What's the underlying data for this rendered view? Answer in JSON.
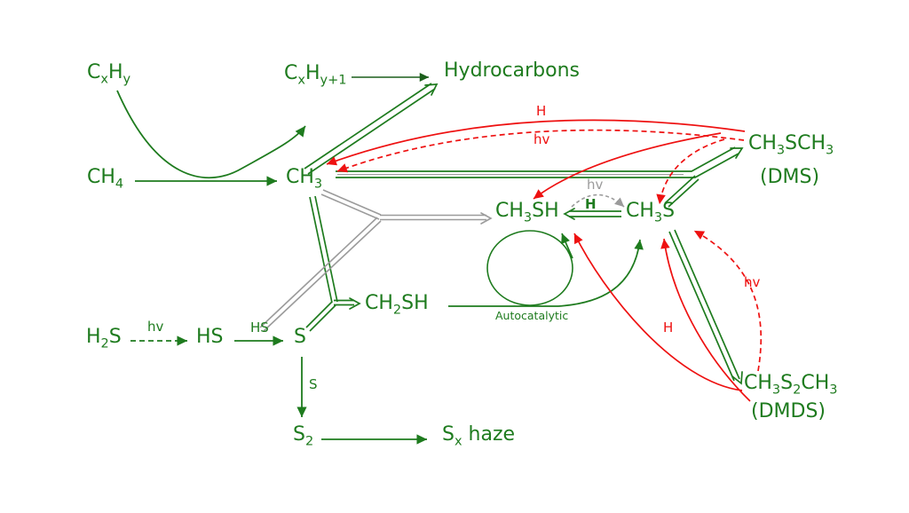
{
  "colors": {
    "green": "#1e7b1e",
    "dark_green": "#1c5f1c",
    "red": "#ee1111",
    "gray": "#9b9b9b"
  },
  "species": {
    "cxhy": "C_{x}H_{y}",
    "cxhy1": "C_{x}H_{y+1}",
    "hydrocarbons": "Hydrocarbons",
    "ch4": "CH_{4}",
    "ch3": "CH_{3}",
    "dms": "CH_{3}SCH_{3}",
    "dms_alias": "(DMS)",
    "ch3sh": "CH_{3}SH",
    "ch3s": "CH_{3}S",
    "ch2sh": "CH_{2}SH",
    "h2s": "H_{2}S",
    "hs": "HS",
    "s": "S",
    "s2": "S_{2}",
    "sx_haze": "S_{x} haze",
    "dmds": "CH_{3}S_{2}CH_{3}",
    "dmds_alias": "(DMDS)"
  },
  "reaction_labels": {
    "hv_h2s": "hv",
    "hs_channel": "HS",
    "s_channel": "S",
    "h_dms_top": "H",
    "hv_dms_top": "hv",
    "hv_ch3sh_gray": "hv",
    "h_ch3s_to_ch3sh": "H",
    "hv_dmds_right": "hv",
    "h_dmds_bottom": "H",
    "autocatalytic": "Autocatalytic"
  }
}
